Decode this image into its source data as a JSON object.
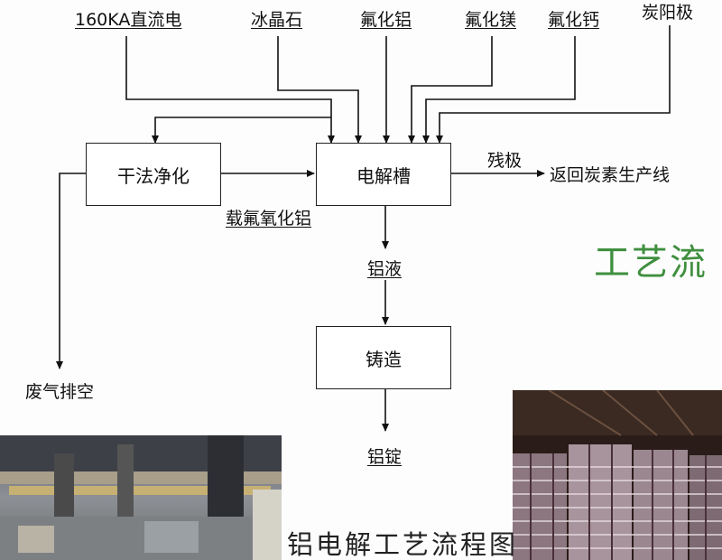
{
  "inputs": {
    "power": "160KA直流电",
    "cryolite": "冰晶石",
    "fluoride_al": "氟化铝",
    "fluoride_mg": "氟化镁",
    "fluoride_ca": "氟化钙",
    "carbon_anode": "炭阳极"
  },
  "process": {
    "dry_purification": "干法净化",
    "electrolytic_cell": "电解槽",
    "casting": "铸造"
  },
  "flows": {
    "loaded_alumina": "载氟氧化铝",
    "residual_anode": "残极",
    "return_carbon": "返回炭素生产线",
    "molten_aluminum": "铝液",
    "aluminum_ingot": "铝锭",
    "exhaust": "废气排空"
  },
  "banner": "工艺流",
  "caption": "铝电解工艺流程图",
  "colors": {
    "line": "#111111",
    "banner": "#3f8f3f"
  }
}
